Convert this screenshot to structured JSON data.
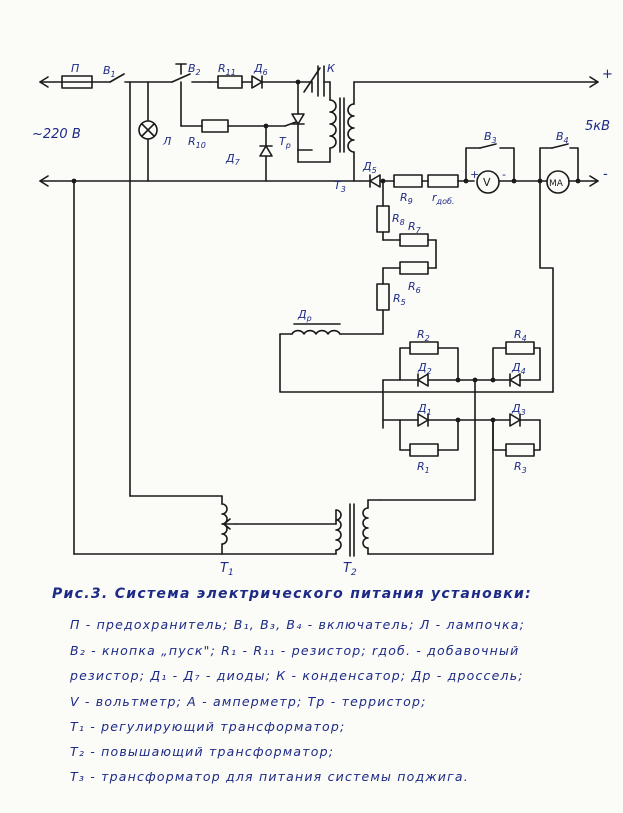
{
  "labels": {
    "fuse": "П",
    "b1": "B",
    "b1_sub": "1",
    "b2": "B",
    "b2_sub": "2",
    "r11": "R",
    "r11_sub": "11",
    "r10": "R",
    "r10_sub": "10",
    "d6": "Д",
    "d6_sub": "6",
    "d7": "Д",
    "d7_sub": "7",
    "lamp": "Л",
    "thyr": "Т",
    "thyr_sub": "р",
    "cap": "К",
    "mains": "~220 B",
    "hv": "5кB",
    "t3": "Т",
    "t3_sub": "3",
    "d5": "Д",
    "d5_sub": "5",
    "r9": "R",
    "r9_sub": "9",
    "radd": "r",
    "radd_sub": "доб.",
    "b3": "B",
    "b3_sub": "3",
    "b4": "B",
    "b4_sub": "4",
    "volt": "V",
    "amm": "MA",
    "r8": "R",
    "r8_sub": "8",
    "r7": "R",
    "r7_sub": "7",
    "r6": "R",
    "r6_sub": "6",
    "r5": "R",
    "r5_sub": "5",
    "choke": "Д",
    "choke_sub": "р",
    "r2": "R",
    "r2_sub": "2",
    "r4": "R",
    "r4_sub": "4",
    "r1": "R",
    "r1_sub": "1",
    "r3": "R",
    "r3_sub": "3",
    "d1": "Д",
    "d1_sub": "1",
    "d2": "Д",
    "d2_sub": "2",
    "d3": "Д",
    "d3_sub": "3",
    "d4": "Д",
    "d4_sub": "4",
    "t1": "Т",
    "t1_sub": "1",
    "t2": "Т",
    "t2_sub": "2",
    "plus": "+",
    "minus": "-"
  },
  "caption": {
    "title": "Рис.3. Система электрического питания установки:",
    "lines": [
      "П - предохранитель; B₁, B₃, B₄ - включатель; Л - лампочка;",
      "B₂ - кнопка „пуск\"; R₁ - R₁₁ - резистор; rдоб. - добавочный",
      "резистор; Д₁ - Д₇ - диоды; К - конденсатор; Др - дроссель;",
      "V - вольтметр; А - амперметр; Тр - терристор;",
      "Т₁ - регулирующий трансформатор;",
      "Т₂ - повышающий трансформатор;",
      "Т₃ - трансформатор для питания системы поджига."
    ]
  }
}
